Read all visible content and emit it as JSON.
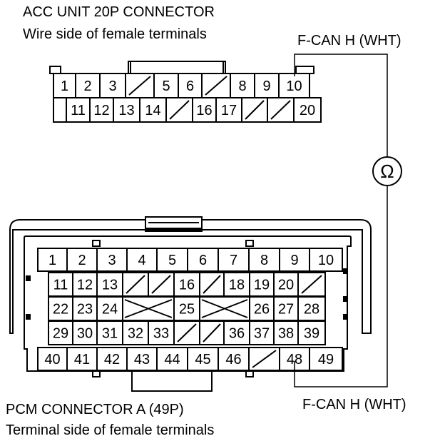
{
  "acc_connector": {
    "title": "ACC UNIT 20P CONNECTOR",
    "subtitle": "Wire side of female terminals",
    "row1": [
      "1",
      "2",
      "3",
      "",
      "5",
      "6",
      "",
      "8",
      "9",
      "10"
    ],
    "row2": [
      "",
      "11",
      "12",
      "13",
      "14",
      "",
      "16",
      "17",
      "",
      "",
      "20"
    ]
  },
  "pcm_connector": {
    "title": "PCM CONNECTOR A (49P)",
    "subtitle": "Terminal side of female terminals",
    "row1": [
      "1",
      "2",
      "3",
      "4",
      "5",
      "6",
      "7",
      "8",
      "9",
      "10"
    ],
    "row2": [
      "11",
      "12",
      "13",
      "",
      "",
      "16",
      "",
      "18",
      "19",
      "20",
      ""
    ],
    "row3": [
      "22",
      "23",
      "24",
      "",
      "25",
      "",
      "26",
      "27",
      "28"
    ],
    "row4": [
      "29",
      "30",
      "31",
      "32",
      "33",
      "",
      "",
      "36",
      "37",
      "38",
      "39"
    ],
    "row5": [
      "40",
      "41",
      "42",
      "43",
      "44",
      "45",
      "46",
      "",
      "48",
      "49"
    ]
  },
  "probe_labels": {
    "top": "F-CAN H (WHT)",
    "bottom": "F-CAN H (WHT)"
  },
  "meter": {
    "symbol": "Ω"
  }
}
